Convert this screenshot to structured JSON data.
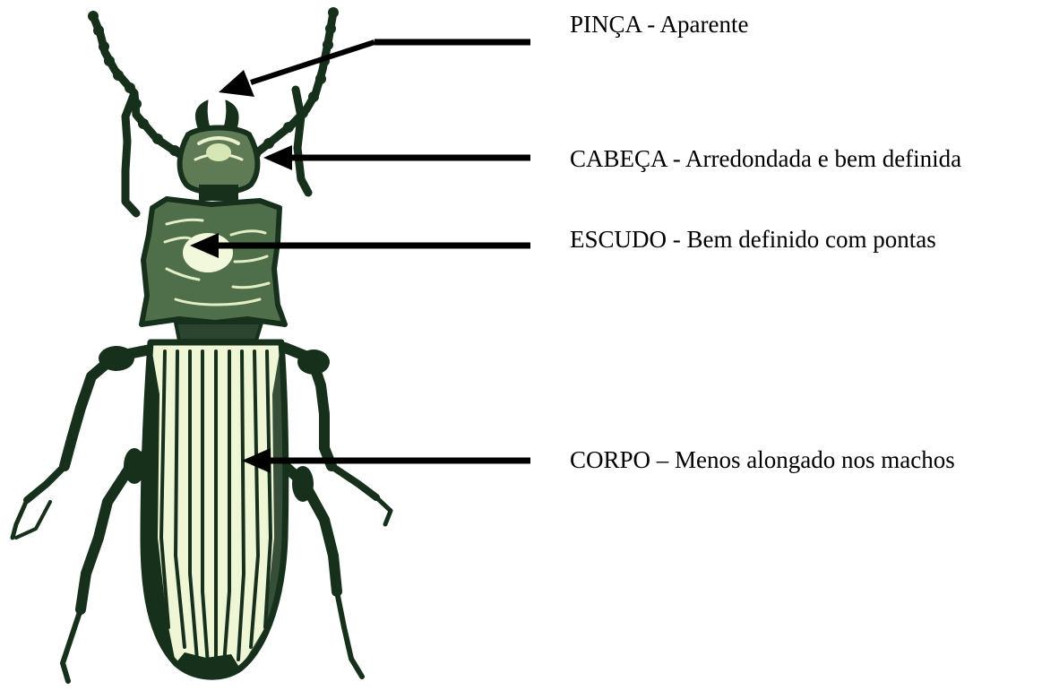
{
  "labels": [
    {
      "part": "PINÇA",
      "sep": " - ",
      "desc": "Aparente"
    },
    {
      "part": "CABEÇA",
      "sep": " - ",
      "desc": "Arredondada e bem definida"
    },
    {
      "part": "ESCUDO",
      "sep": " - ",
      "desc": "Bem definido com pontas"
    },
    {
      "part": "CORPO",
      "sep": " – ",
      "desc": "Menos alongado nos machos"
    }
  ],
  "colors": {
    "ink": "#16301c",
    "body_fill": "#eef6d6",
    "arrow": "#000000"
  },
  "illustration": {
    "subject": "beetle-icon"
  }
}
